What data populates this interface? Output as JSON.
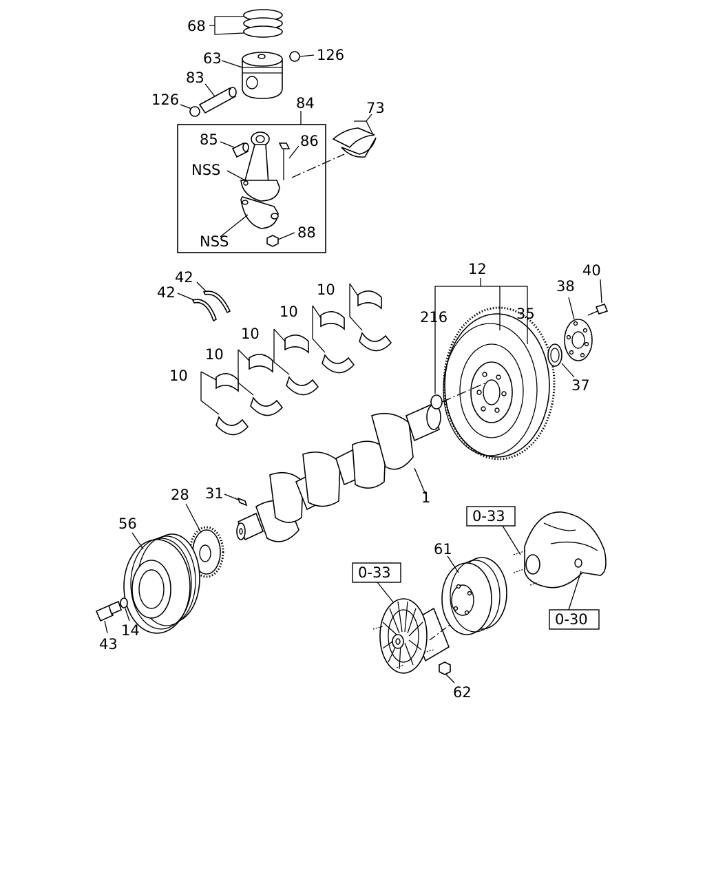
{
  "labels": {
    "l68": "68",
    "l63": "63",
    "l126a": "126",
    "l83": "83",
    "l126b": "126",
    "l84": "84",
    "l73": "73",
    "l85": "85",
    "l86": "86",
    "lnss1": "NSS",
    "lnss2": "NSS",
    "l88": "88",
    "l12": "12",
    "l40": "40",
    "l38": "38",
    "l42a": "42",
    "l42b": "42",
    "l10a": "10",
    "l10b": "10",
    "l10c": "10",
    "l10d": "10",
    "l10e": "10",
    "l216": "216",
    "l35": "35",
    "l37": "37",
    "l1": "1",
    "l28": "28",
    "l31": "31",
    "l56": "56",
    "l43": "43",
    "l14": "14",
    "l61": "61",
    "l62": "62",
    "ref_033a": "0-33",
    "ref_033b": "0-33",
    "ref_030": "0-30"
  }
}
